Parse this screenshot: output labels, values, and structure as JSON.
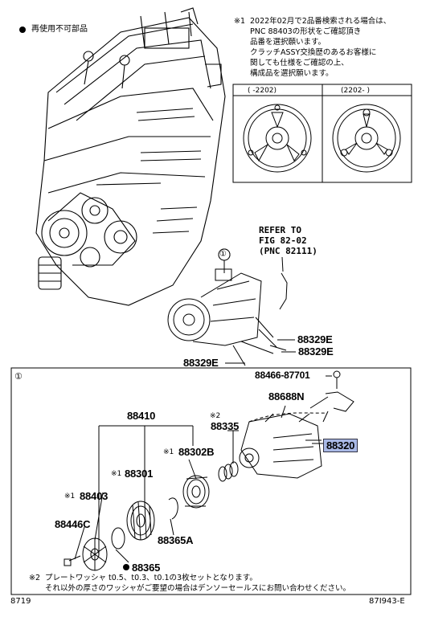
{
  "legend": {
    "bullet_text": "再使用不可部品"
  },
  "note1": {
    "marker": "※1",
    "lines": [
      "2022年02月で2品番検索される場合は、",
      "PNC 88403の形状をご確認頂き",
      "品番を選択願います。",
      "クラッチASSY交換歴のあるお客様に",
      "関しても仕様をご確認の上、",
      "構成品を選択願います。"
    ]
  },
  "variants": {
    "left_header": "(    -2202)",
    "right_header": "(2202-    )"
  },
  "refer": {
    "line1": "REFER TO",
    "line2": "FIG 82-02",
    "line3": "(PNC 82111)"
  },
  "callout_number": "①",
  "parts": {
    "p88329e_a": "88329E",
    "p88329e_b": "88329E",
    "p88329e_c": "88329E",
    "p88466": "88466-87701",
    "p88688n": "88688N",
    "p88410": "88410",
    "p88335": "88335",
    "p88335_marker": "※2",
    "p88302b": "88302B",
    "p88302b_marker": "※1",
    "p88320": "88320",
    "p88301": "88301",
    "p88301_marker": "※1",
    "p88403": "88403",
    "p88403_marker": "※1",
    "p88446c": "88446C",
    "p88365a": "88365A",
    "p88365": "88365"
  },
  "note2": {
    "marker": "※2",
    "line1": "プレートワッシャ t0.5、t0.3、t0.1の3枚セットとなります。",
    "line2": "それ以外の厚さのワッシャがご要望の場合はデンソーセールスにお問い合わせください。"
  },
  "footer": {
    "left": "8719",
    "right": "87I943-E"
  },
  "colors": {
    "highlight": "#a9b9e6"
  }
}
